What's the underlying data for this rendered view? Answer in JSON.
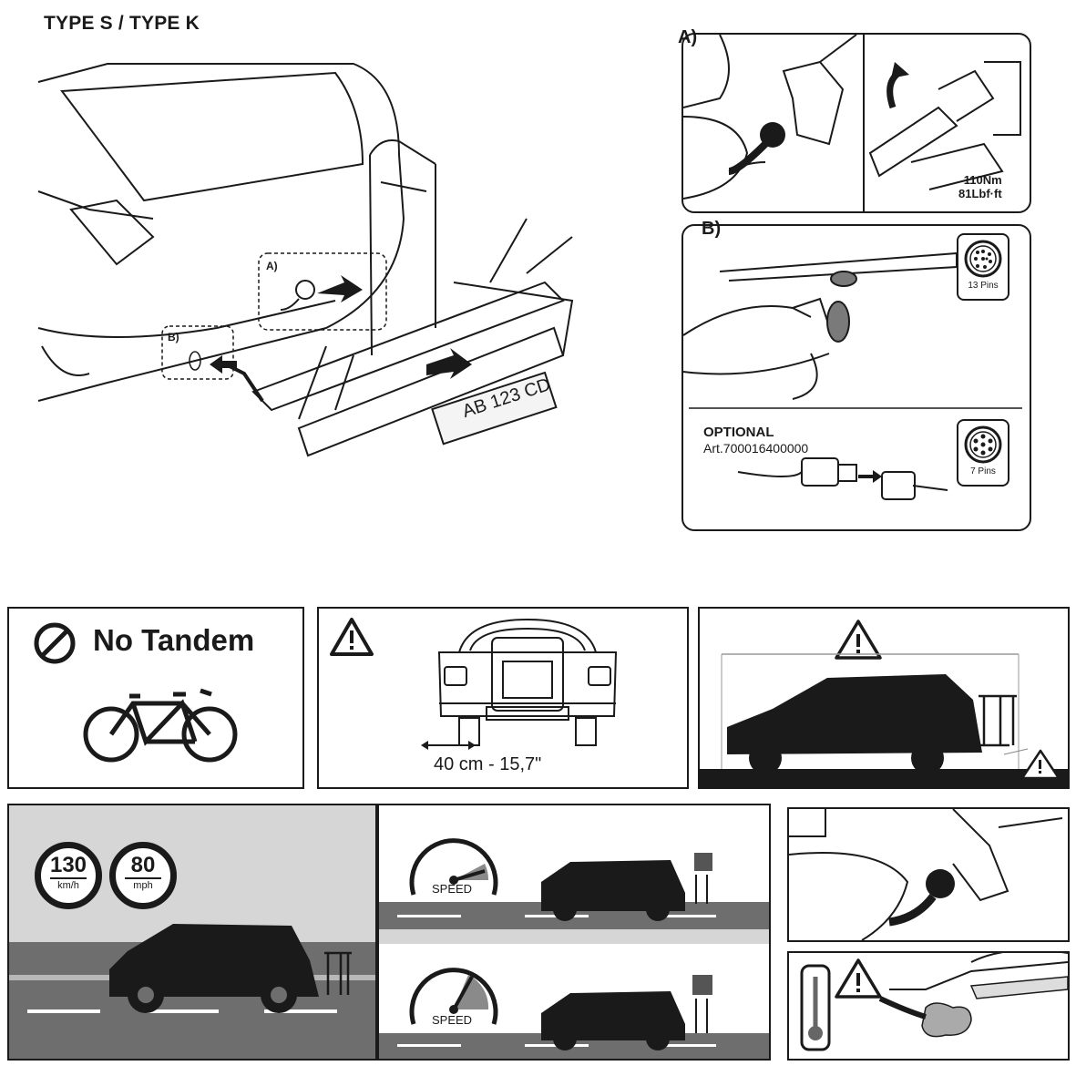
{
  "header": {
    "title": "TYPE S / TYPE K"
  },
  "main_illustration": {
    "callout_a": "A)",
    "callout_b": "B)",
    "plate_text": "AB 123 CD"
  },
  "panel_a": {
    "label": "A)",
    "torque_nm": "110Nm",
    "torque_lbf": "81Lbf·ft"
  },
  "panel_b": {
    "label": "B)",
    "pins_13": "13 Pins",
    "optional_label": "OPTIONAL",
    "article": "Art.700016400000",
    "pins_7": "7 Pins"
  },
  "no_tandem": {
    "text": "No Tandem"
  },
  "width_panel": {
    "measure": "40 cm - 15,7\""
  },
  "speed_panel": {
    "kmh_value": "130",
    "kmh_unit": "km/h",
    "mph_value": "80",
    "mph_unit": "mph"
  },
  "speed_gauges": {
    "top_label": "SPEED",
    "bottom_label": "SPEED"
  },
  "colors": {
    "ink": "#1a1a1a",
    "sky": "#d6d6d6",
    "road": "#6e6e6e",
    "gauge_fill": "#8a8a8a"
  }
}
